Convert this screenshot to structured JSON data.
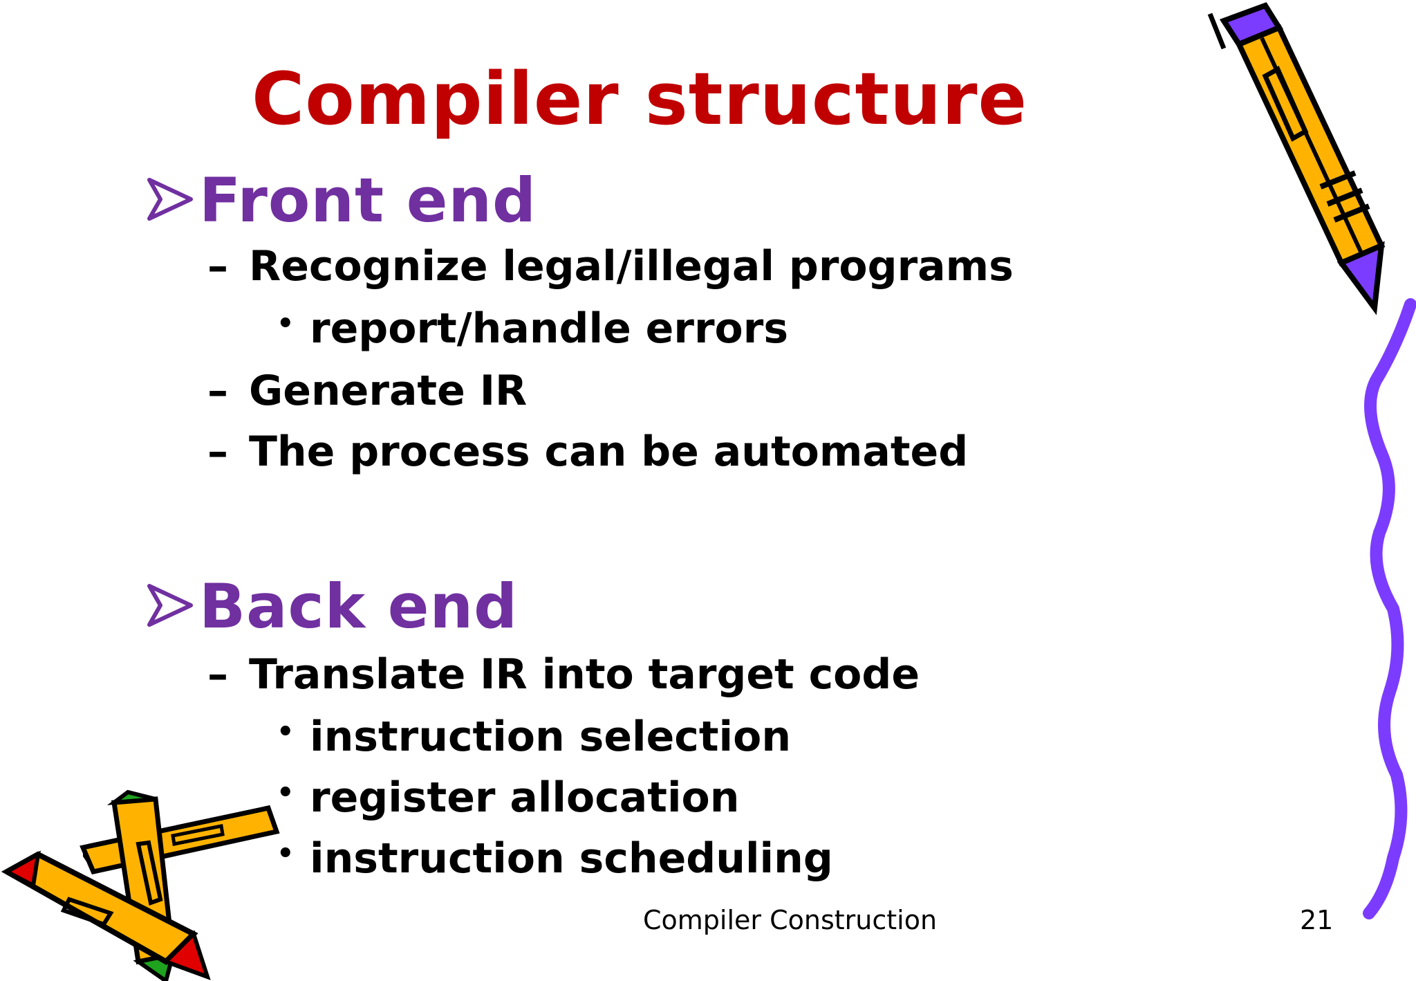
{
  "slide": {
    "title": "Compiler structure",
    "sections": [
      {
        "heading": "Front end",
        "items": [
          {
            "text": "Recognize legal/illegal programs",
            "subitems": [
              "report/handle errors"
            ]
          },
          {
            "text": "Generate IR"
          },
          {
            "text": "The process can be automated"
          }
        ]
      },
      {
        "heading": "Back end",
        "items": [
          {
            "text": "Translate IR into target code",
            "subitems": [
              "instruction selection",
              "register allocation",
              "instruction scheduling"
            ]
          }
        ]
      }
    ],
    "footer": "Compiler Construction",
    "page_number": "21",
    "dash": "–",
    "bullet": "•"
  },
  "colors": {
    "title": "#c00000",
    "heading": "#7030a0",
    "body": "#000000",
    "pencil_yellow": "#ffb300",
    "pencil_purple": "#7b3cff",
    "pencil_red": "#e00000",
    "pencil_green": "#1fa31f"
  },
  "icons": [
    "arrow-bullet-icon",
    "pencil-clipart-icon",
    "pencils-clipart-icon",
    "squiggle-line-icon"
  ]
}
